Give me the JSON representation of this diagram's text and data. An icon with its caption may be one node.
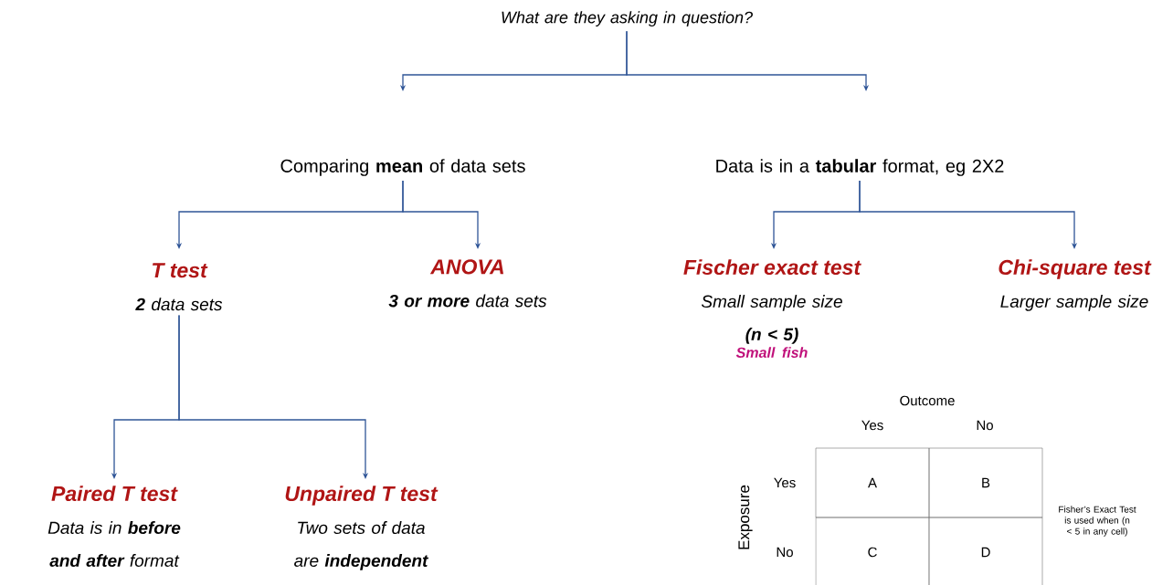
{
  "diagram": {
    "nodes": [
      {
        "text": [
          "What are they asking in question?"
        ]
      },
      {
        "text": [
          "Comparing **mean** of data sets"
        ]
      },
      {
        "text": [
          "Data is in a **tabular** format, eg 2X2"
        ]
      },
      {
        "text": [
          "T test",
          "**2** data sets"
        ]
      },
      {
        "text": [
          "ANOVA",
          "**3 or more** data sets"
        ]
      },
      {
        "text": [
          "Fischer exact test",
          "Small sample size",
          "(n < 5)"
        ],
        "beside": [
          "Small fish"
        ]
      },
      {
        "text": [
          "Chi-square test",
          "Larger sample size"
        ]
      },
      {
        "text": [
          "Paired T test",
          "Data is in **before and after** format"
        ]
      },
      {
        "text": [
          "Unpaired T test",
          "Two sets of data are **independent**"
        ]
      }
    ],
    "edges": [
      {
        "from": 0,
        "to": 1,
        "arrow": "to"
      },
      {
        "from": 0,
        "to": 2,
        "arrow": "to"
      },
      {
        "from": 1,
        "to": 3,
        "arrow": "to"
      },
      {
        "from": 1,
        "to": 4,
        "arrow": "to"
      },
      {
        "from": 2,
        "to": 5,
        "arrow": "to"
      },
      {
        "from": 2,
        "to": 6,
        "arrow": "to"
      },
      {
        "from": 3,
        "to": 7,
        "arrow": "to"
      },
      {
        "from": 3,
        "to": 8,
        "arrow": "to"
      }
    ],
    "labels": [
      "Outcome",
      "Yes",
      "No",
      "Exposure",
      "Yes",
      "A",
      "B",
      "No",
      "C",
      "D",
      "Fisher’s Exact Test is used when (n < 5 in any cell)"
    ]
  }
}
